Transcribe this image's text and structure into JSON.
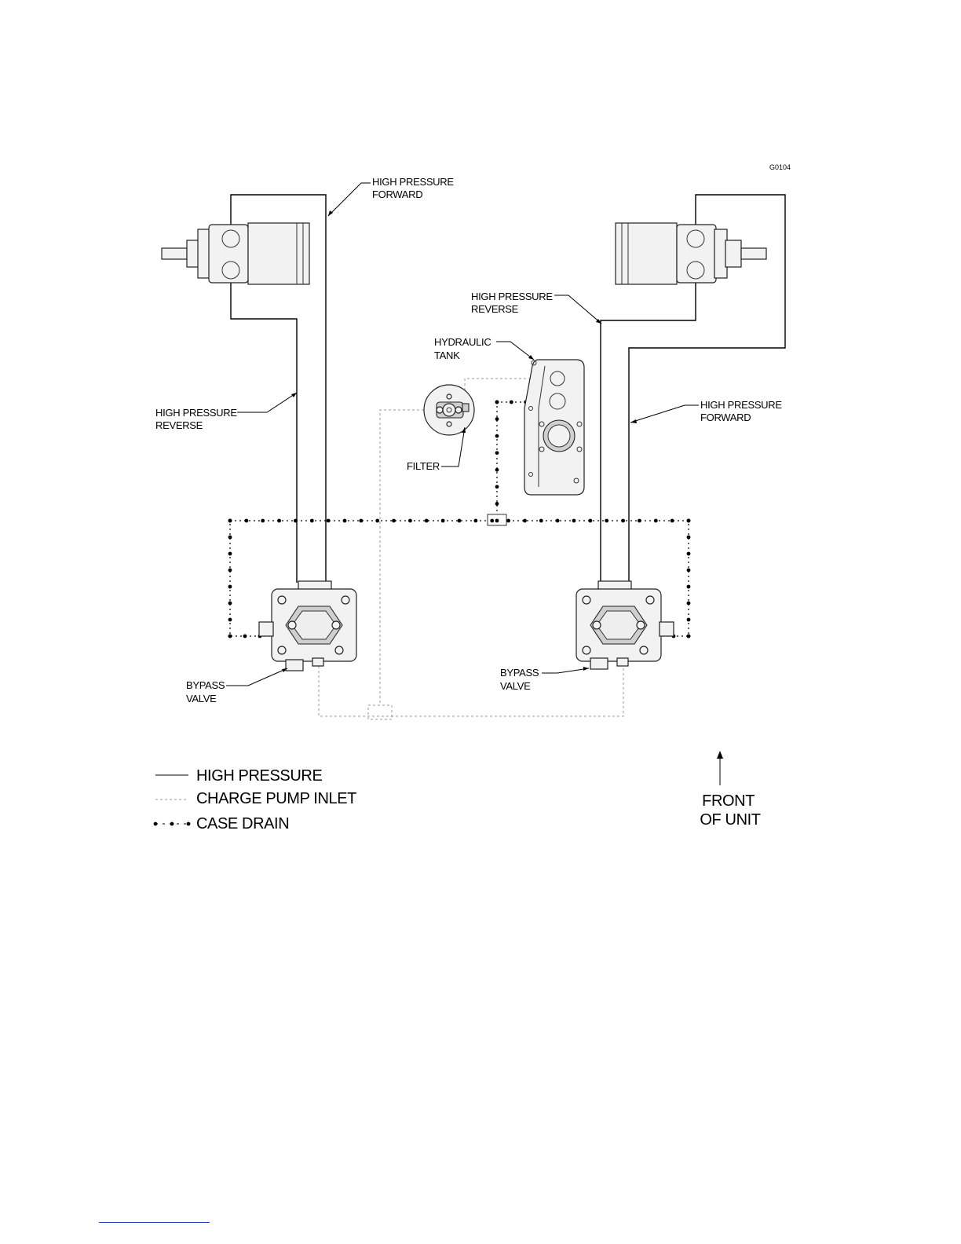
{
  "drawing_id": "G0104",
  "labels": {
    "hp_forward_left": [
      "HIGH PRESSURE",
      "FORWARD"
    ],
    "hp_reverse_left": [
      "HIGH PRESSURE",
      "REVERSE"
    ],
    "hp_reverse_right": [
      "HIGH PRESSURE",
      "REVERSE"
    ],
    "hp_forward_right": [
      "HIGH PRESSURE",
      "FORWARD"
    ],
    "hydraulic_tank": [
      "HYDRAULIC",
      "TANK"
    ],
    "filter": "FILTER",
    "bypass_left": [
      "BYPASS",
      "VALVE"
    ],
    "bypass_right": [
      "BYPASS",
      "VALVE"
    ]
  },
  "legend": {
    "high_pressure": "HIGH PRESSURE",
    "charge_pump_inlet": "CHARGE PUMP INLET",
    "case_drain": "CASE DRAIN"
  },
  "front_of_unit": [
    "FRONT",
    "OF UNIT"
  ],
  "colors": {
    "line": "#000000",
    "charge_line": "#9a9a9a",
    "footer_rule": "#1f3fbf"
  }
}
